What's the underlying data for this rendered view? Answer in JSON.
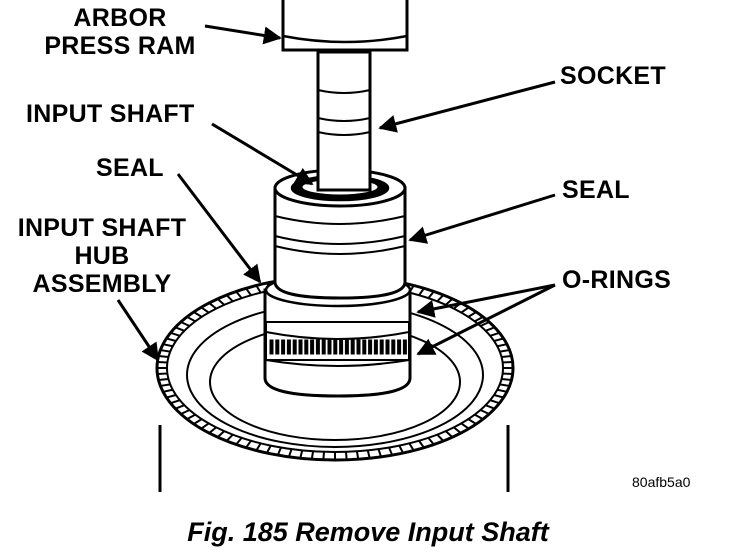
{
  "labels": {
    "arbor_press_ram_line1": "ARBOR",
    "arbor_press_ram_line2": "PRESS RAM",
    "socket": "SOCKET",
    "input_shaft": "INPUT SHAFT",
    "seal_left": "SEAL",
    "seal_right": "SEAL",
    "hub_line1": "INPUT SHAFT",
    "hub_line2": "HUB",
    "hub_line3": "ASSEMBLY",
    "o_rings": "O-RINGS"
  },
  "figure_code": "80afb5a0",
  "caption": "Fig. 185 Remove Input Shaft",
  "colors": {
    "ink": "#000000",
    "paper": "#ffffff"
  }
}
